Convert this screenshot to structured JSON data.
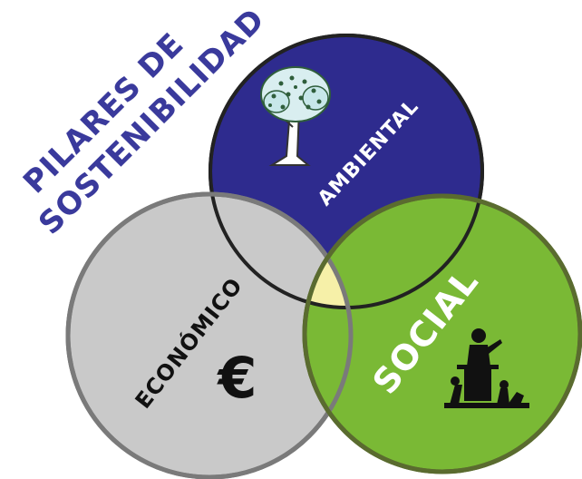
{
  "title": {
    "line1": "PILARES DE",
    "line2": "SOSTENIBILIDAD"
  },
  "pillars": [
    {
      "id": "ambiental",
      "label": "AMBIENTAL",
      "fill": "#2e2b8e",
      "stroke": "#222222",
      "icon": "tree-icon"
    },
    {
      "id": "economico",
      "label": "ECONÓMICO",
      "fill": "#c9c9c9",
      "stroke": "#7a7a7a",
      "icon": "euro-icon",
      "icon_text": "€"
    },
    {
      "id": "social",
      "label": "SOCIAL",
      "fill": "#7ab935",
      "stroke": "#5a6b2f",
      "icon": "speaker-crowd-icon"
    }
  ],
  "overlap_color": "#f6f0a8"
}
